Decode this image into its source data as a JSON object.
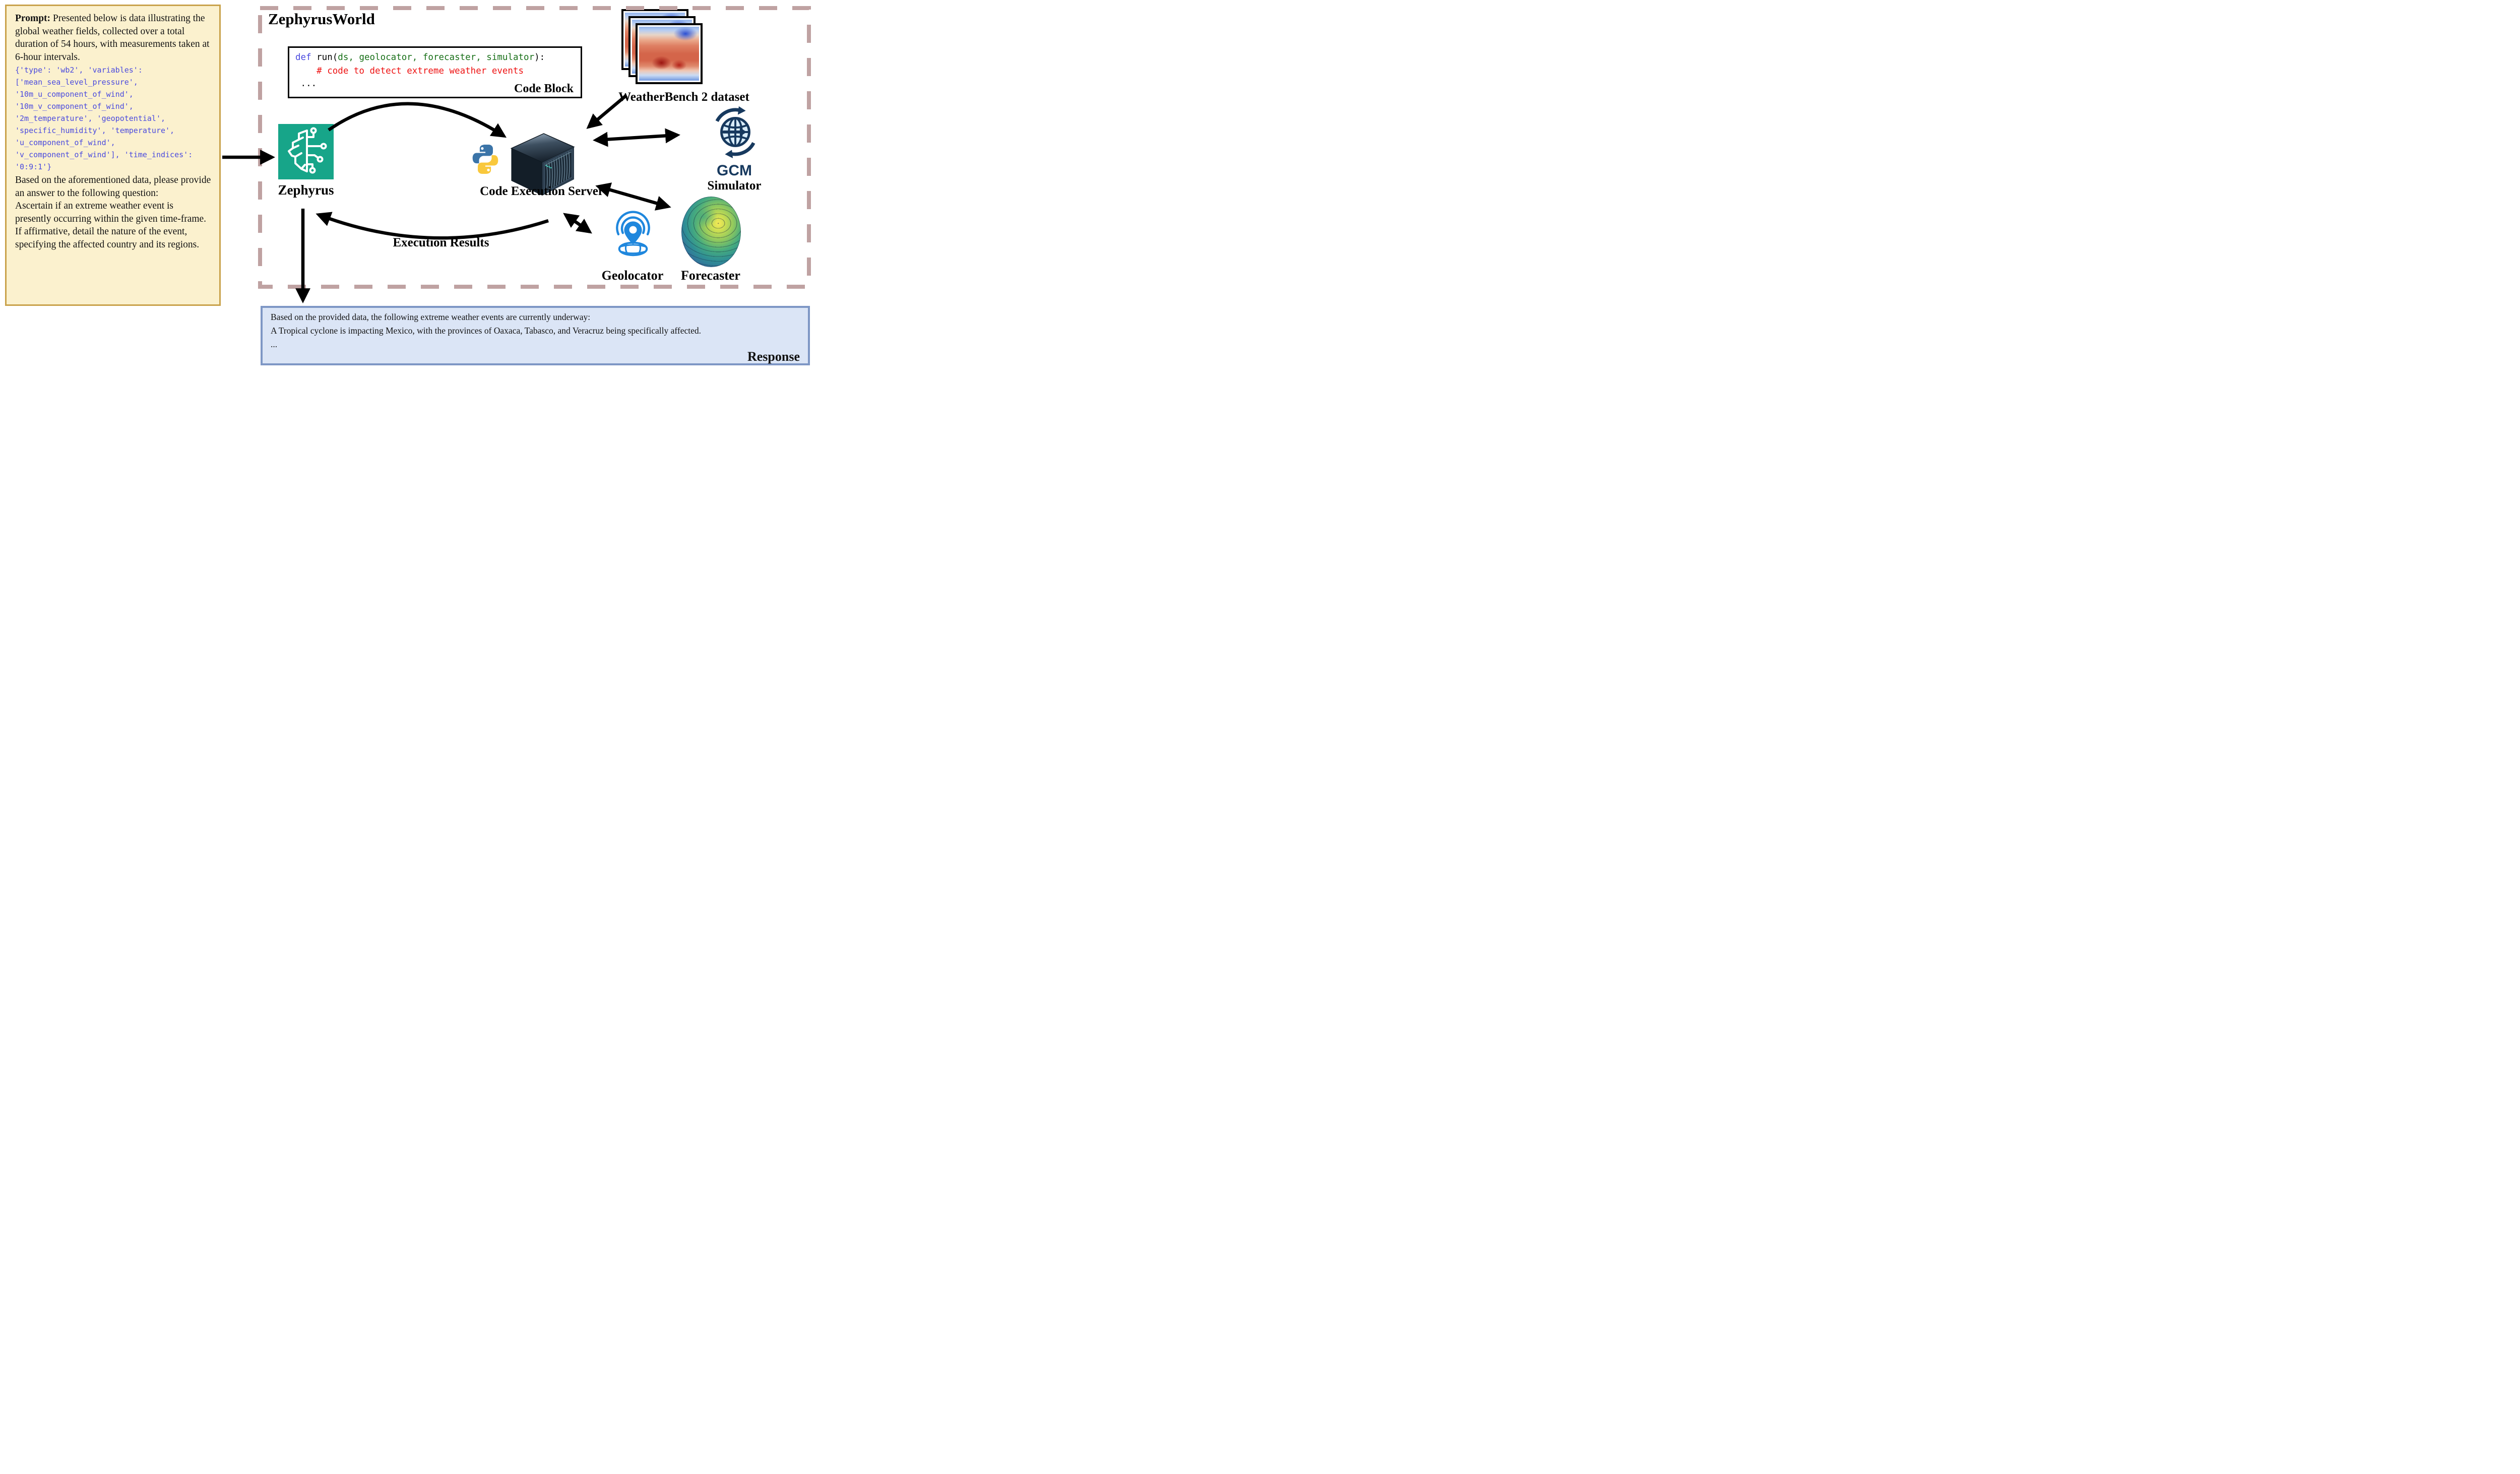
{
  "prompt_box": {
    "label": "Prompt:",
    "intro": " Presented below is data illustrating the global weather fields, collected over a total duration of 54 hours, with measurements taken at 6-hour intervals.",
    "data_spec": "{'type': 'wb2', 'variables':\n['mean_sea_level_pressure',\n'10m_u_component_of_wind',\n'10m_v_component_of_wind',\n'2m_temperature', 'geopotential',\n'specific_humidity', 'temperature',\n'u_component_of_wind',\n'v_component_of_wind'], 'time_indices':\n'0:9:1'}",
    "question": "Based on the aforementioned data, please provide an answer to the following question:\nAscertain if an extreme weather event is presently occurring within the given time-frame. If affirmative, detail the nature of the event, specifying the affected country and its regions."
  },
  "world": {
    "title": "ZephyrusWorld",
    "code_block": {
      "keyword": "def",
      "fn_open": " run(",
      "args": "ds, geolocator, forecaster, simulator",
      "fn_close": "):",
      "comment": "# code to detect extreme weather events",
      "dots": "...",
      "label": "Code Block"
    },
    "agent_label": "Zephyrus",
    "server_label": "Code Execution Server",
    "dataset_label": "WeatherBench 2 dataset",
    "gcm_label_top": "GCM",
    "gcm_label_bottom": "Simulator",
    "forecaster_label": "Forecaster",
    "geolocator_label": "Geolocator",
    "execution_results_label": "Execution Results"
  },
  "response_box": {
    "line1": "Based on the provided data, the following extreme weather events are currently underway:",
    "line2": "A Tropical cyclone is impacting Mexico, with the provinces of Oaxaca, Tabasco, and Veracruz being specifically affected.",
    "line3": "...",
    "label": "Response"
  },
  "colors": {
    "prompt_bg": "#FBF1CE",
    "prompt_border": "#C9A24B",
    "json_text": "#4A4ADF",
    "dashed_border": "#BFA2A2",
    "agent_teal": "#17A589",
    "code_keyword": "#4A4ADF",
    "code_args": "#176F17",
    "code_comment": "#EE1111",
    "response_bg": "#DBE5F6",
    "response_border": "#7E97C5",
    "gcm_navy": "#17395E",
    "geolocator_blue": "#1F87DD"
  }
}
